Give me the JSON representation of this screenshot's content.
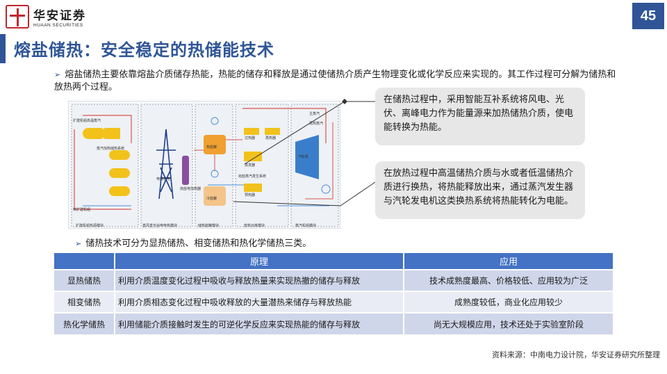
{
  "header": {
    "logo_cn": "华安证券",
    "logo_en": "HUAAN SECURITIES",
    "page_number": "45",
    "accent": "#2f5597"
  },
  "title": "熔盐储热：安全稳定的热储能技术",
  "intro": "熔盐储热主要依靠熔盐介质储存热能，热能的储存和释放是通过使储热介质产生物理变化或化学反应来实现的。其工作过程可分解为储热和放热两个过程。",
  "callouts": [
    "在储热过程中，采用智能互补系统将风电、光伏、离峰电力作为能量源来加热储热介质，使电能转换为热能。",
    "在放热过程中高温储热介质与水或者低温储热介质进行换热，将热能释放出来，通过蒸汽发生器与汽轮发电机这类换热系统将热能转化为电能。"
  ],
  "diagram": {
    "modules": [
      "扩建机组热源模块",
      "直风直光谷电电热模块",
      "储热能罐模块",
      "放热功率模块",
      "蒸汽机组模块"
    ],
    "labels": {
      "hot_tank": "热盐罐",
      "cold_tank": "冷盐罐",
      "turbine": "汽轮机",
      "grid": "电网谷电",
      "heater": "熔盐电加热器",
      "superheater": "过热器",
      "reheater": "再热器",
      "evaporator": "蒸发器",
      "preheater": "预热器",
      "steam_in": "扩建机组高温蒸汽",
      "feedwater": "到扩建机组",
      "steam_sys": "熔盐蒸汽发生系统",
      "heat_sys": "蒸汽加热储热系统",
      "main_steam": "主蒸汽",
      "reheat_steam": "再热蒸汽"
    }
  },
  "bullet2": "储热技术可分为显热储热、相变储热和热化学储热三类。",
  "table": {
    "headers": [
      "",
      "原理",
      "应用"
    ],
    "rows": [
      [
        "显热储热",
        "利用介质温度变化过程中吸收与释放热量来实现热撤的储存与释放",
        "技术成熟度最高、价格较低、应用较为广泛"
      ],
      [
        "相变储热",
        "利用介质相态变化过程中吸收释放的大量潜热来储存与释放热能",
        "成熟度较低，商业化应用较少"
      ],
      [
        "热化学储热",
        "利用储能介质接触时发生的可逆化学反应来实现热能的储存与释放",
        "尚无大规模应用，技术还处于实验室阶段"
      ]
    ]
  },
  "source": "资料来源：中南电力设计院，华安证券研究所整理"
}
